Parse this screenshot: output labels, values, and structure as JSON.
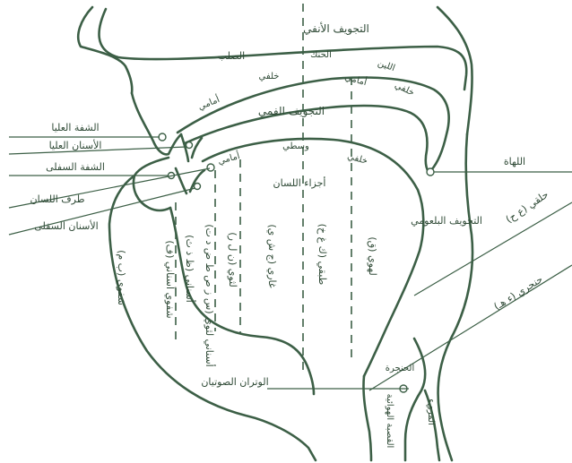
{
  "labels": {
    "nasal_cavity": "التجويف الأنفي",
    "hard_palate": "الصلب",
    "soft_palate": "الحنك",
    "uvula_region": "اللين",
    "back": "خلفي",
    "front_palate": "أمامي",
    "front_soft": "أمامي",
    "back_soft": "خلفي",
    "oral_cavity": "التجويف الفمي",
    "front_tongue": "أمامي",
    "middle": "وسطي",
    "back_tongue": "خلفي",
    "tongue_parts": "أجزاء اللسان",
    "uvula": "اللهاة",
    "pharyngeal_cavity": "التجويف البلعومي",
    "upper_lip": "الشفة العليا",
    "upper_teeth": "الأسنان العليا",
    "lower_lip": "الشفة السفلى",
    "tongue_tip": "طرف اللسان",
    "lower_teeth": "الأسنان السفلى",
    "bilabial": "(ب م) شفوي",
    "labiodental": "(ف) شفوي أسناني",
    "interdental": "(ظ ذ ث) أسناني",
    "alveolar_dental": "(س ز ص ط ض د ت) أسناني لثوي",
    "alveolar": "(ن ل ر) لثوي",
    "palatal": "(ج ش ي) غاري",
    "velar": "(ك غ خ) طبقي",
    "uvular": "(ق) لهوي",
    "pharyngeal": "(ع ح) حلقي",
    "glottal": "(ء هـ) حنجري",
    "vocal_cords": "الوتران الصوتيان",
    "larynx": "الحنجرة",
    "trachea": "القصبة الهوائية",
    "esophagus": "المريء"
  }
}
